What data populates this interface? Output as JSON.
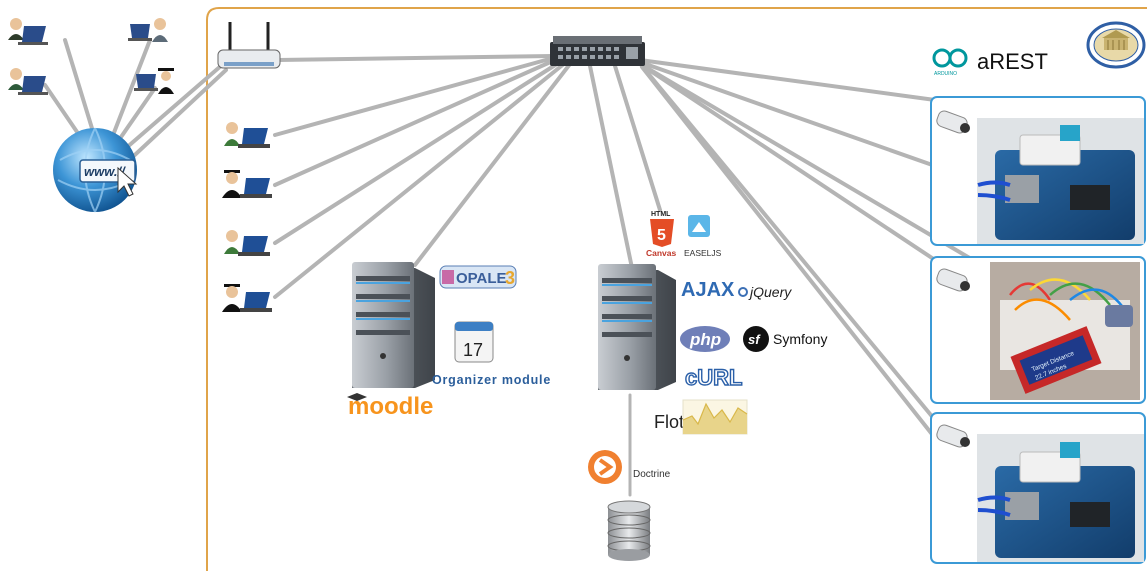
{
  "internet": {
    "url_text": "www.//"
  },
  "labels": {
    "arest": "aREST",
    "arduino": "ARDUINO",
    "opale": "OPALE",
    "opale_version": "3",
    "calendar_day": "17",
    "organizer": "Organizer module",
    "moodle": "moodle",
    "html5_top": "HTML",
    "html5_num": "5",
    "canvas": "Canvas",
    "easeljs": "EASELJS",
    "ajax": "AJAX",
    "jquery": "jQuery",
    "php": "php",
    "symfony": "Symfony",
    "symfony_mark": "sf",
    "curl": "cURL",
    "flot": "Flot",
    "doctrine": "Doctrine",
    "lcd_line1": "Target Distance",
    "lcd_line2": "22.7 inches"
  },
  "colors": {
    "frame_orange": "#e0a44a",
    "panel_blue": "#3b9ad6",
    "link_gray": "#b4b4b4",
    "moodle_orange": "#f7941d",
    "php_blue": "#6f7fb8",
    "html5_orange": "#e44d26"
  },
  "icons": [
    "user-laptop-icon",
    "graduate-laptop-icon",
    "globe-icon",
    "router-icon",
    "switch-icon",
    "server-icon",
    "database-icon",
    "webcam-icon",
    "arduino-board-icon",
    "university-seal-icon"
  ]
}
